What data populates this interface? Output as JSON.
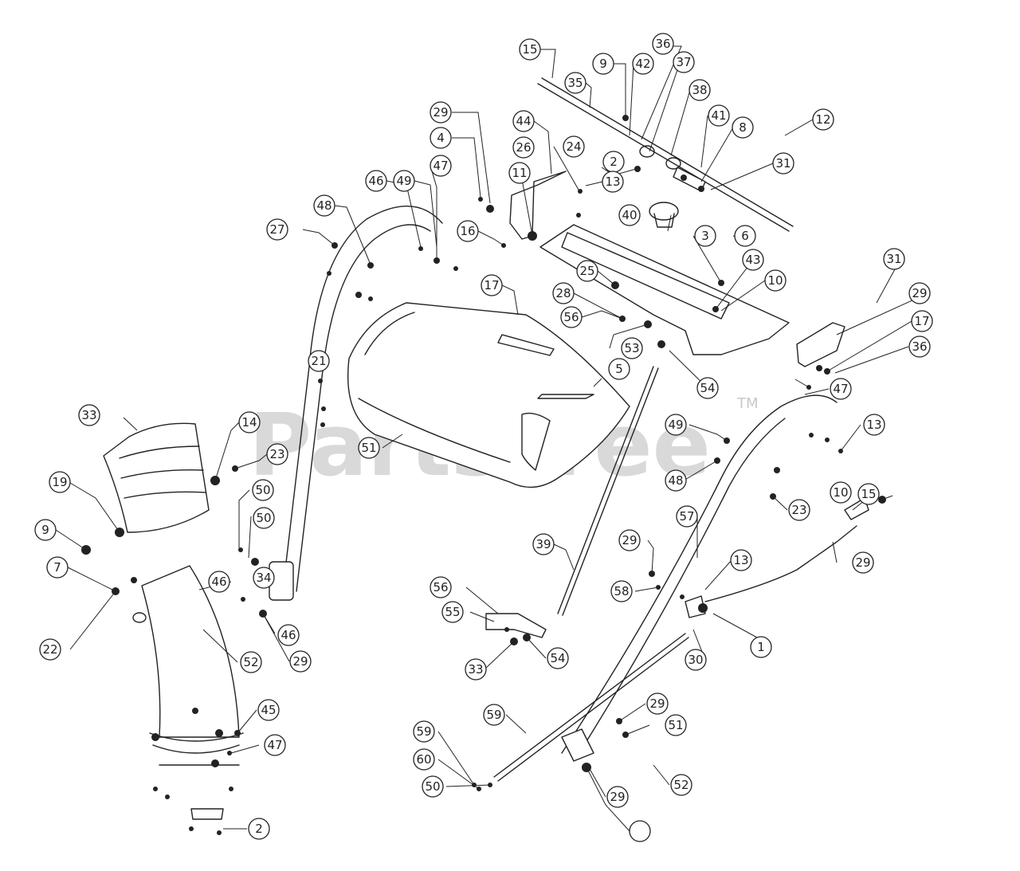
{
  "watermark": {
    "text": "PartsTree",
    "trademark": "TM"
  },
  "callouts": [
    "15",
    "9",
    "35",
    "42",
    "36",
    "37",
    "38",
    "41",
    "8",
    "12",
    "31",
    "29",
    "44",
    "4",
    "26",
    "11",
    "24",
    "2",
    "13",
    "47",
    "46",
    "49",
    "48",
    "27",
    "16",
    "40",
    "3",
    "6",
    "43",
    "10",
    "17",
    "25",
    "28",
    "56",
    "53",
    "54",
    "5",
    "31",
    "29",
    "17",
    "36",
    "21",
    "33",
    "14",
    "23",
    "51",
    "50",
    "46",
    "47",
    "13",
    "49",
    "48",
    "23",
    "15",
    "10",
    "29",
    "50",
    "34",
    "39",
    "57",
    "13",
    "29",
    "58",
    "1",
    "56",
    "55",
    "54",
    "33",
    "30",
    "19",
    "9",
    "7",
    "22",
    "52",
    "29",
    "46",
    "45",
    "47",
    "2",
    "59",
    "59",
    "60",
    "50",
    "29",
    "51",
    "52",
    "29"
  ]
}
